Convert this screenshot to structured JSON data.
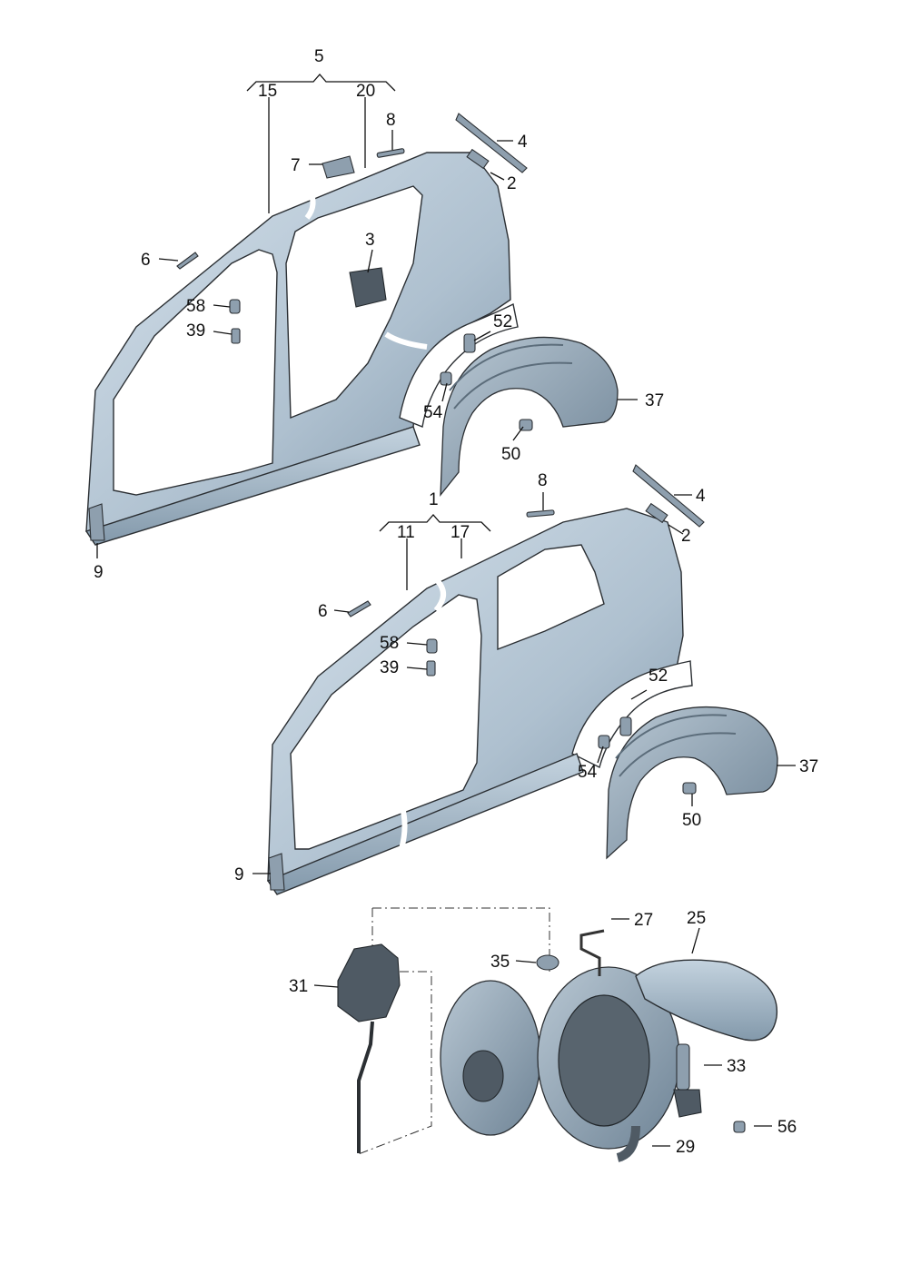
{
  "diagram": {
    "upper_group_labels": {
      "group": "5",
      "left": "15",
      "right": "20"
    },
    "lower_group_labels": {
      "group": "1",
      "left": "11",
      "right": "17"
    },
    "upper_callouts": [
      "8",
      "4",
      "7",
      "2",
      "6",
      "3",
      "58",
      "39",
      "52",
      "37",
      "54",
      "50",
      "9"
    ],
    "lower_callouts": [
      "8",
      "4",
      "2",
      "6",
      "58",
      "39",
      "52",
      "37",
      "54",
      "50",
      "9"
    ],
    "fuel_door_callouts": [
      "27",
      "25",
      "35",
      "31",
      "33",
      "56",
      "29"
    ],
    "colors": {
      "panel_light": "#c8d6e2",
      "panel_dark": "#7f95a8",
      "liner": "#9aabb9",
      "outline": "#2b2f33"
    }
  }
}
